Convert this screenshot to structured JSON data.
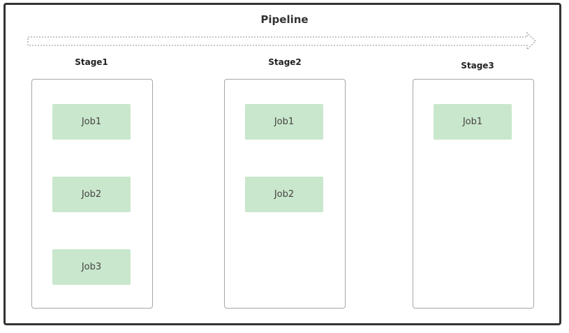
{
  "diagram": {
    "title": "Pipeline",
    "stages": [
      {
        "label": "Stage1",
        "jobs": [
          "Job1",
          "Job2",
          "Job3"
        ]
      },
      {
        "label": "Stage2",
        "jobs": [
          "Job1",
          "Job2"
        ]
      },
      {
        "label": "Stage3",
        "jobs": [
          "Job1"
        ]
      }
    ]
  },
  "colors": {
    "job_fill": "#c9e7cc",
    "stage_border": "#a6a6a6",
    "frame_border": "#333333",
    "arrow_stroke": "#b3b3b3"
  }
}
